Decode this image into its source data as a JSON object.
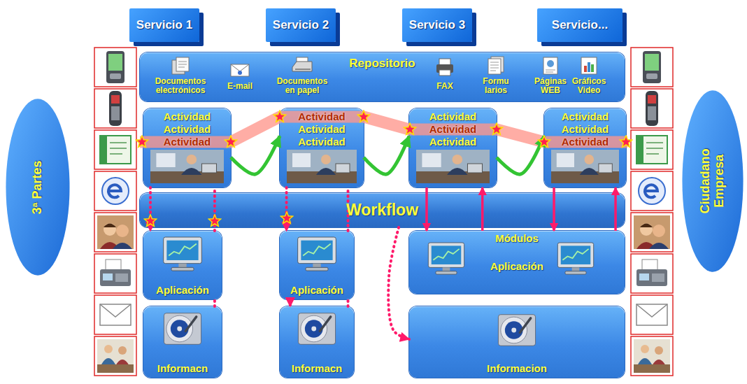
{
  "diagram": {
    "nodes": [
      {
        "text": [
          "Servicio 1"
        ]
      },
      {
        "text": [
          "Servicio 2"
        ]
      },
      {
        "text": [
          "Servicio 3"
        ]
      },
      {
        "text": [
          "Servicio..."
        ]
      },
      {
        "text": [
          "Repositorio"
        ]
      },
      {
        "text": [
          "Actividad",
          "Actividad",
          "Actividad"
        ]
      },
      {
        "text": [
          "Actividad",
          "Actividad",
          "Actividad"
        ]
      },
      {
        "text": [
          "Actividad",
          "Actividad",
          "Actividad"
        ]
      },
      {
        "text": [
          "Actividad",
          "Actividad",
          "Actividad"
        ]
      },
      {
        "text": [
          "Workflow"
        ]
      },
      {
        "text": [
          "Aplicación"
        ]
      },
      {
        "text": [
          "Aplicación"
        ]
      },
      {
        "text": [
          "Módulos",
          "Aplicación"
        ]
      },
      {
        "text": [
          "Informacn"
        ]
      },
      {
        "text": [
          "Informacn"
        ]
      },
      {
        "text": [
          "Informacion"
        ]
      },
      {
        "text": [
          "3ª Partes"
        ]
      },
      {
        "text": [
          "Ciudadano Empresa"
        ]
      }
    ],
    "edges": [
      {
        "from": 5,
        "to": 6,
        "arrow": "to"
      },
      {
        "from": 6,
        "to": 7,
        "arrow": "to"
      },
      {
        "from": 7,
        "to": 8,
        "arrow": "to"
      },
      {
        "from": 5,
        "to": 10,
        "arrow": "to"
      },
      {
        "from": 13,
        "to": 10,
        "arrow": "none"
      },
      {
        "from": 10,
        "to": 5,
        "arrow": "none"
      },
      {
        "from": 6,
        "to": 11,
        "arrow": "to"
      },
      {
        "from": 11,
        "to": 14,
        "arrow": "to"
      },
      {
        "from": 14,
        "to": 11,
        "arrow": "none"
      },
      {
        "from": 11,
        "to": 6,
        "arrow": "none"
      },
      {
        "from": 9,
        "to": 15,
        "arrow": "to"
      },
      {
        "from": 7,
        "to": 12,
        "arrow": "to"
      },
      {
        "from": 12,
        "to": 7,
        "arrow": "to"
      },
      {
        "from": 8,
        "to": 12,
        "arrow": "to"
      },
      {
        "from": 12,
        "to": 8,
        "arrow": "to"
      }
    ],
    "labels": [
      "Documentos electrónicos",
      "E-mail",
      "Documentos en papel",
      "FAX",
      "Formu larios",
      "Páginas WEB",
      "Gráficos Video"
    ]
  }
}
